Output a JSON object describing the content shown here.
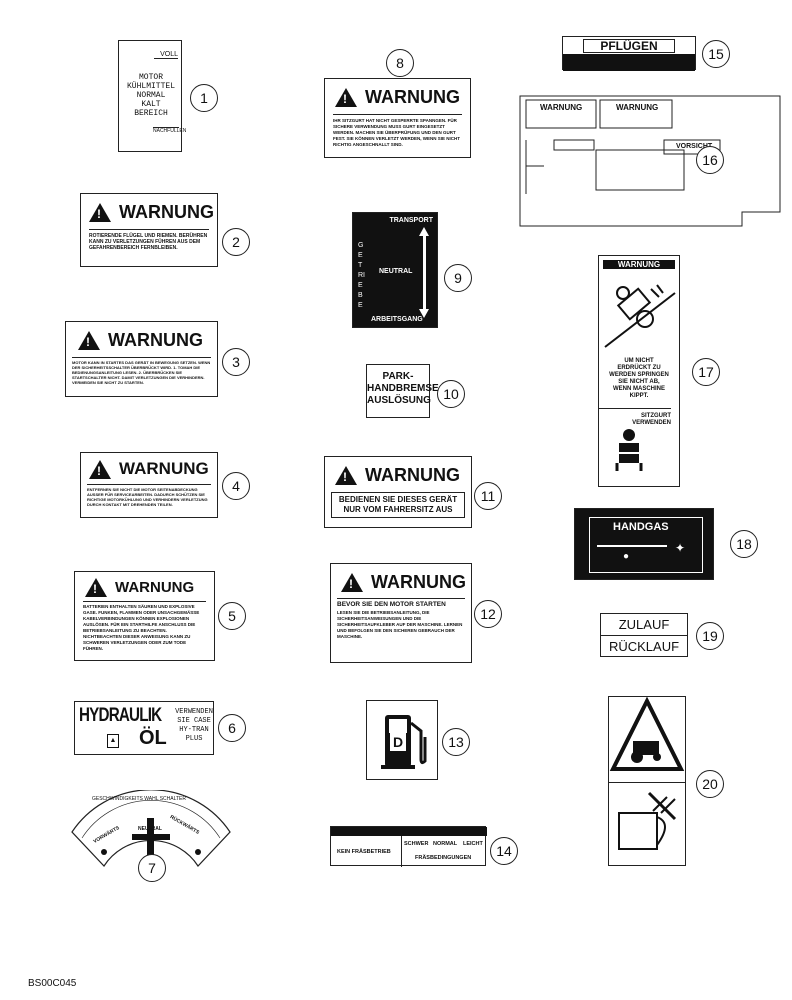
{
  "callouts": [
    "1",
    "2",
    "3",
    "4",
    "5",
    "6",
    "7",
    "8",
    "9",
    "10",
    "11",
    "12",
    "13",
    "14",
    "15",
    "16",
    "17",
    "18",
    "19",
    "20"
  ],
  "decal1": {
    "top": "VOLL",
    "lines": [
      "MOTOR",
      "KÜHLMITTEL",
      "NORMAL",
      "KALT",
      "BEREICH"
    ],
    "bottom": "NACHFÜLLEN"
  },
  "warn_word": "WARNUNG",
  "decal2": {
    "text": "ROTIERENDE FLÜGEL UND RIEMEN. BERÜHREN KANN ZU VERLETZUNGEN FÜHREN AUS DEM GEFAHRENBEREICH FERNBLEIBEN."
  },
  "decal3": {
    "text": "MOTOR KANN IN STARTES DAS GERÄT IN BEWEGUNG SETZEN. WENN DER SICHERHEITSSCHALTER ÜBERBRÜCKT WIRD. 1. TOMAH DIE BEDIENUNGSANLEITUNG LESEN. 2. ÜBERBRÜCKEN SIE STARTSCHALTER NICHT. DAMIT VERLETZUNGEN DIE VERHINDERN. VERMEIDEN SIE NICHT ZU STARTEN."
  },
  "decal4": {
    "text": "ENTFERNEN SIE NICHT DIE MOTOR SEITENABDECKUNG AUSSER FÜR SERVICEARBEITEN. DADURCH SCHÜTZEN SIE RICHTIGE MOTORKÜHLUNG UND VERHINDERN VERLETZUNG DURCH KONTAKT MIT DREHENDEN TEILEN."
  },
  "decal5": {
    "text": "BATTERIEN ENTHALTEN SÄUREN UND EXPLOSIVE GASE. FUNKEN, FLAMMEN ODER UNSACHGEMÄSSE KABELVERBINDUNGEN KÖNNEN EXPLOSIONEN AUSLÖSEN. FÜR EIN STARTHILFE ANSCHLUSS DIE BETRIEBSANLEITUNG ZU BEACHTEN. NICHTBEACHTEN DIESER ANWEISUNG KANN ZU SCHWEREN VERLETZUNGEN ODER ZUM TODE FÜHREN."
  },
  "decal6": {
    "big1": "HYDRAULIK",
    "big2": "ÖL",
    "right": [
      "VERWENDEN",
      "SIE CASE",
      "HY-TRAN",
      "PLUS"
    ]
  },
  "decal7": {
    "arc": "GESCHWINDIGKEITS WAHL SCHALTER",
    "center": "NEUTRAL",
    "left": "VORWÄRTS",
    "right": "RÜCKWÄRTS"
  },
  "decal8": {
    "text": "IHR SITZGURT HAT NICHT GESPERRTE SPANNGEN. FÜR SICHERE VERWENDUNG MUSS GURT EINGESETZT WERDEN. MACHEN SIE ÜBERPRÜFUNG UND DEN GURT FEST. SIE KÖNNEN VERLETZT WERDEN, WENN SIE NICHT RICHTIG ANGESCHNALLT SIND."
  },
  "decal9": {
    "top": "TRANSPORT",
    "middle": "NEUTRAL",
    "bottom": "ARBEITSGANG",
    "side": "GETRIEBE"
  },
  "decal10": {
    "lines": [
      "PARK-",
      "HANDBREMSE",
      "AUSLÖSUNG"
    ]
  },
  "decal11": {
    "line1": "BEDIENEN SIE DIESES GERÄT",
    "line2": "NUR VOM FAHRERSITZ AUS"
  },
  "decal12": {
    "head": "BEVOR SIE DEN MOTOR STARTEN",
    "text": "LESEN SIE DIE BETRIEBSANLEITUNG, DIE SICHERHEITSANWEISUNGEN UND DIE SICHERHEITSAUFKLEBER AUF DER MASCHINE. LERNEN UND BEFOLGEN SIE DEN SICHEREN GEBRAUCH DER MASCHINE."
  },
  "decal13": {
    "letter": "D"
  },
  "decal14": {
    "left": "KEIN FRÄSBETRIEB",
    "cells": [
      "SCHWER",
      "NORMAL",
      "LEICHT"
    ],
    "bottom": "FRÄSBEDINGUNGEN"
  },
  "decal15": {
    "text": "PFLÜGEN"
  },
  "decal16": {
    "warn": "WARNUNG",
    "caution": "VORSICHT"
  },
  "decal17": {
    "head": "WARNUNG",
    "mid": [
      "UM NICHT",
      "ERDRÜCKT ZU",
      "WERDEN SPRINGEN",
      "SIE NICHT AB,",
      "WENN MASCHINE",
      "KIPPT."
    ],
    "belt": [
      "SITZGURT",
      "VERWENDEN"
    ]
  },
  "decal18": {
    "text": "HANDGAS"
  },
  "decal19": {
    "top": "ZULAUF",
    "bottom": "RÜCKLAUF"
  },
  "caption": "BS00C045"
}
